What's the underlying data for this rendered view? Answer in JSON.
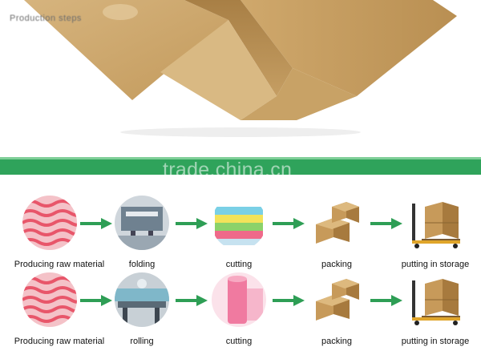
{
  "watermark": "trade.china.cn",
  "banner": {
    "title": "Production steps"
  },
  "rows": [
    {
      "steps": [
        {
          "label": "Producing raw material",
          "icon": "raw-material-image"
        },
        {
          "label": "folding",
          "icon": "folding-machine-image"
        },
        {
          "label": "cutting",
          "icon": "cut-cloth-stack-image"
        },
        {
          "label": "packing",
          "icon": "carton-boxes-image"
        },
        {
          "label": "putting in storage",
          "icon": "pallet-jack-boxes-image"
        }
      ]
    },
    {
      "steps": [
        {
          "label": "Producing raw material",
          "icon": "raw-material-image"
        },
        {
          "label": "rolling",
          "icon": "rolling-machine-image"
        },
        {
          "label": "cutting",
          "icon": "cut-roll-image"
        },
        {
          "label": "packing",
          "icon": "carton-boxes-image"
        },
        {
          "label": "putting in storage",
          "icon": "pallet-jack-boxes-image"
        }
      ]
    }
  ],
  "colors": {
    "banner": "#2fa35b",
    "arrow": "#2e9e55",
    "cardboard": "#c9a46b"
  }
}
